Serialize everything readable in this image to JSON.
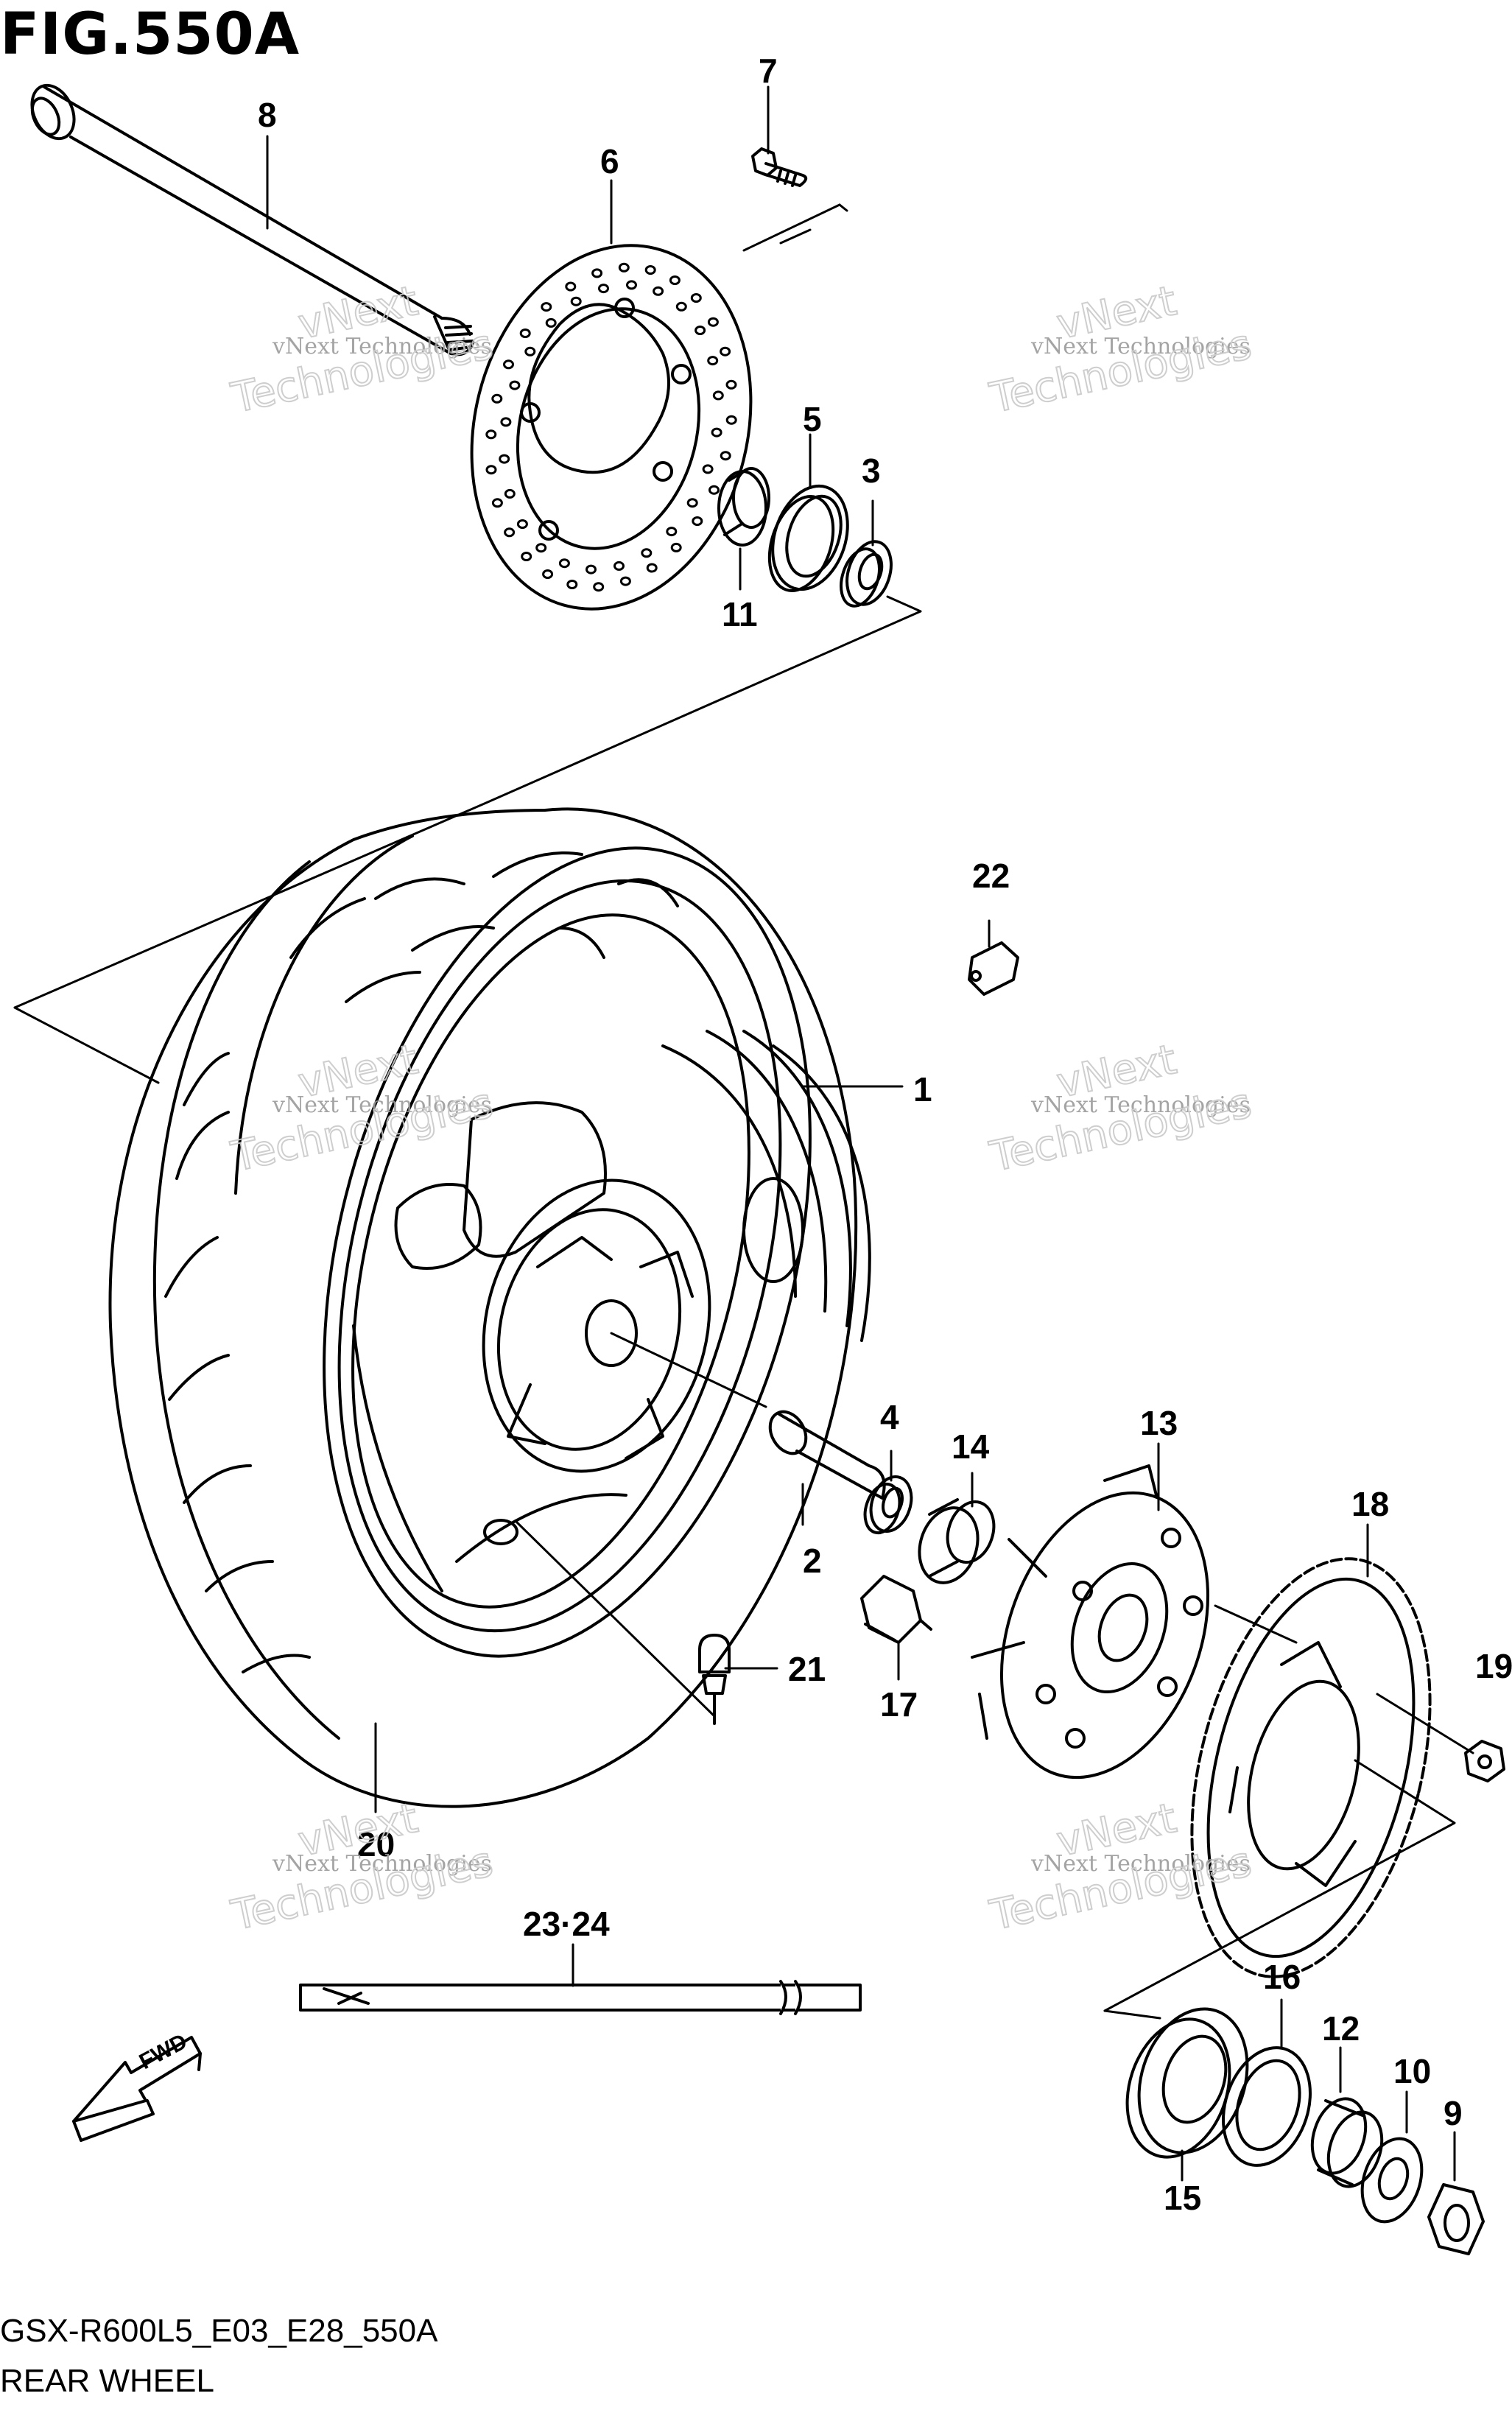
{
  "figure": {
    "title": "FIG.550A",
    "model_code": "GSX-R600L5_E03_E28_550A",
    "section_name": "REAR WHEEL"
  },
  "watermark": {
    "line1": "vNext Technologies",
    "line2": "vNext",
    "line3": "Technologies"
  },
  "callouts": [
    {
      "id": "c1",
      "text": "1"
    },
    {
      "id": "c2",
      "text": "2"
    },
    {
      "id": "c3",
      "text": "3"
    },
    {
      "id": "c4",
      "text": "4"
    },
    {
      "id": "c5",
      "text": "5"
    },
    {
      "id": "c6",
      "text": "6"
    },
    {
      "id": "c7",
      "text": "7"
    },
    {
      "id": "c8",
      "text": "8"
    },
    {
      "id": "c9",
      "text": "9"
    },
    {
      "id": "c10",
      "text": "10"
    },
    {
      "id": "c11",
      "text": "11"
    },
    {
      "id": "c12",
      "text": "12"
    },
    {
      "id": "c13",
      "text": "13"
    },
    {
      "id": "c14",
      "text": "14"
    },
    {
      "id": "c15",
      "text": "15"
    },
    {
      "id": "c16",
      "text": "16"
    },
    {
      "id": "c17",
      "text": "17"
    },
    {
      "id": "c18",
      "text": "18"
    },
    {
      "id": "c19",
      "text": "19"
    },
    {
      "id": "c20",
      "text": "20"
    },
    {
      "id": "c21",
      "text": "21"
    },
    {
      "id": "c22",
      "text": "22"
    },
    {
      "id": "c23",
      "text": "23·24"
    }
  ],
  "fwd_label": "FWD",
  "colors": {
    "line": "#000000",
    "background": "#ffffff",
    "watermark": "#b0b0b0"
  }
}
